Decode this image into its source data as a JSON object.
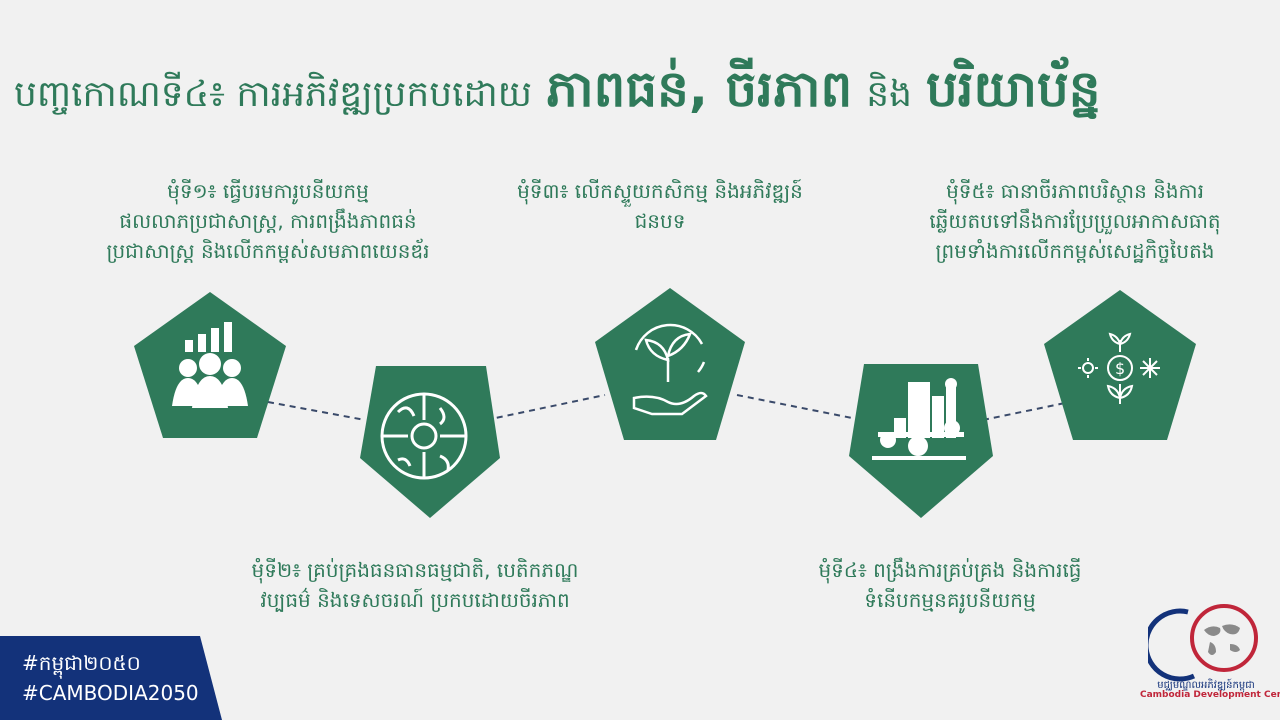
{
  "title": {
    "prefix": "បញ្ចកោណទី៤៖ ការអភិវឌ្ឍប្រកបដោយ",
    "word1": "ភាពធន់, ចីរភាព",
    "connector": "និង",
    "word2": "បរិយាប័ន្ន"
  },
  "goals": {
    "goal1": {
      "line1": "មុំទី១៖ ធ្វើបរមការូបនីយកម្ម",
      "line2": "ផលលាភប្រជាសាស្រ្ត, ការពង្រឹងភាពធន់",
      "line3": "ប្រជាសាស្រ្ត និងលើកកម្ពស់សមភាពយេនឌ័រ"
    },
    "goal2": {
      "line1": "មុំទី២៖ គ្រប់គ្រងធនធានធម្មជាតិ, បេតិកភណ្ឌ",
      "line2": "វប្បធម៌ និងទេសចរណ៍ ប្រកបដោយចីរភាព"
    },
    "goal3": {
      "line1": "មុំទី៣៖ លើកស្ទួយកសិកម្ម និងអភិវឌ្ឍន៍",
      "line2": "ជនបទ"
    },
    "goal4": {
      "line1": "មុំទី៤៖ ពង្រឹងការគ្រប់គ្រង និងការធ្វើ",
      "line2": "ទំនើបកម្មនគរូបនីយកម្ម"
    },
    "goal5": {
      "line1": "មុំទី៥៖ ធានាចីរភាពបរិស្ថាន និងការ",
      "line2": "ឆ្លើយតបទៅនឹងការប្រែប្រួលអាកាសធាតុ",
      "line3": "ព្រមទាំងការលើកកម្ពស់សេដ្ឋកិច្ចបៃតង"
    }
  },
  "icons": {
    "goal1": "people-growth-chart-icon",
    "goal2": "natural-resources-cycle-icon",
    "goal3": "hand-holding-plant-icon",
    "goal4": "city-buildings-icon",
    "goal5": "sun-dollar-snowflake-plant-icon"
  },
  "hashtags": {
    "kh": "#កម្ពុជា២០៥០",
    "en": "#CAMBODIA2050"
  },
  "logo": {
    "caption_kh": "មជ្ឈមណ្ឌលអភិវឌ្ឍន៍កម្ពុជា",
    "caption_en": "Cambodia Development Center"
  },
  "colors": {
    "primary_green": "#2f7a5a",
    "navy": "#13327a",
    "logo_red": "#c0263a",
    "background": "#f1f1f1"
  }
}
